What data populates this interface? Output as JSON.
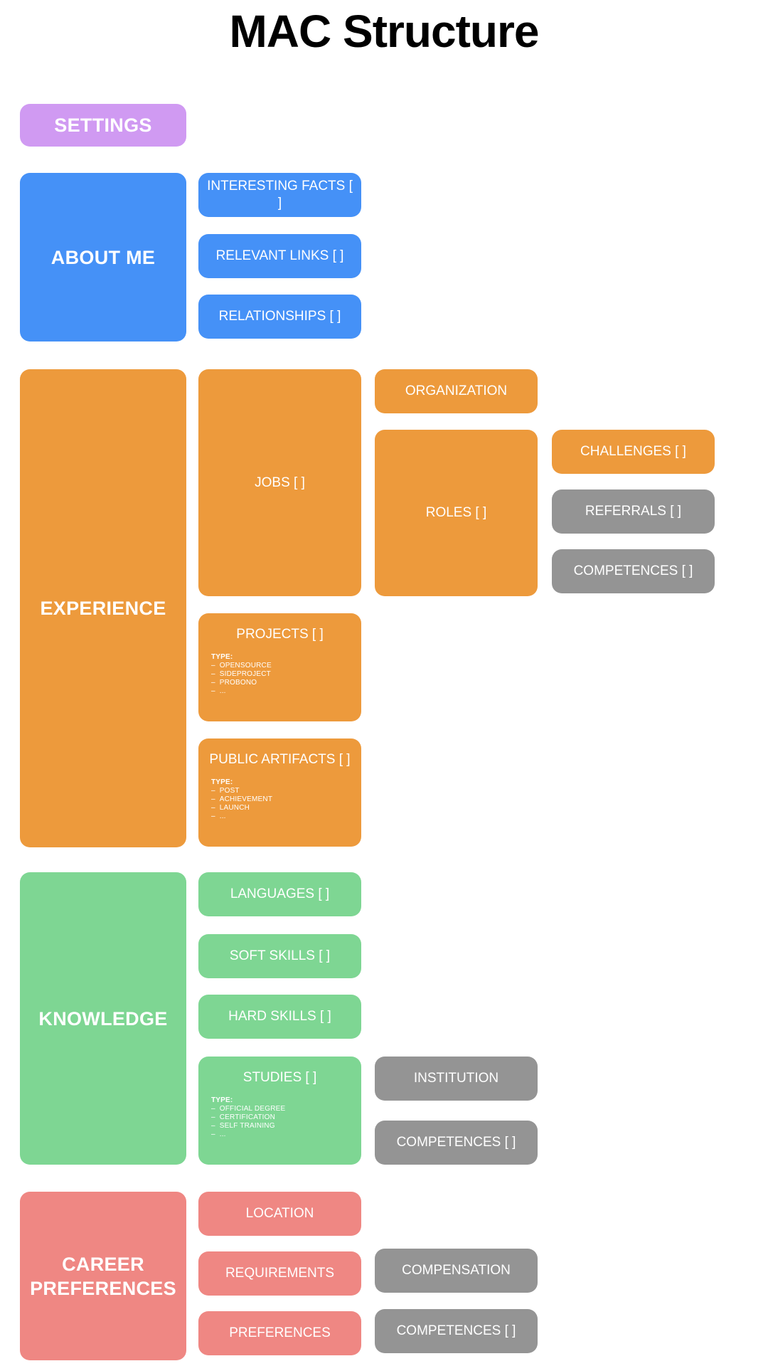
{
  "title": "MAC Structure",
  "colors": {
    "purple": "#d09af2",
    "blue": "#4591f7",
    "orange": "#ed9a3c",
    "green": "#7ed693",
    "salmon": "#ef8783",
    "gray": "#949494",
    "background": "#ffffff",
    "text_on_node": "#ffffff",
    "title_text": "#000000"
  },
  "groups": {
    "settings": {
      "label": "SETTINGS",
      "color": "purple"
    },
    "about_me": {
      "label": "ABOUT ME",
      "color": "blue",
      "children": [
        {
          "label": "INTERESTING FACTS [ ]",
          "color": "blue"
        },
        {
          "label": "RELEVANT LINKS [ ]",
          "color": "blue"
        },
        {
          "label": "RELATIONSHIPS [ ]",
          "color": "blue"
        }
      ]
    },
    "experience": {
      "label": "EXPERIENCE",
      "color": "orange",
      "children": [
        {
          "label": "JOBS [ ]",
          "color": "orange",
          "children": [
            {
              "label": "ORGANIZATION",
              "color": "orange"
            },
            {
              "label": "ROLES [ ]",
              "color": "orange",
              "children": [
                {
                  "label": "CHALLENGES [ ]",
                  "color": "orange"
                },
                {
                  "label": "REFERRALS [ ]",
                  "color": "gray"
                },
                {
                  "label": "COMPETENCES [ ]",
                  "color": "gray"
                }
              ]
            }
          ]
        },
        {
          "label": "PROJECTS [ ]",
          "color": "orange",
          "type_label": "TYPE:",
          "types": [
            "OPENSOURCE",
            "SIDEPROJECT",
            "PROBONO",
            "..."
          ]
        },
        {
          "label": "PUBLIC ARTIFACTS [ ]",
          "color": "orange",
          "type_label": "TYPE:",
          "types": [
            "POST",
            "ACHIEVEMENT",
            "LAUNCH",
            "..."
          ]
        }
      ]
    },
    "knowledge": {
      "label": "KNOWLEDGE",
      "color": "green",
      "children": [
        {
          "label": "LANGUAGES [ ]",
          "color": "green"
        },
        {
          "label": "SOFT SKILLS [ ]",
          "color": "green"
        },
        {
          "label": "HARD SKILLS [ ]",
          "color": "green"
        },
        {
          "label": "STUDIES [ ]",
          "color": "green",
          "type_label": "TYPE:",
          "types": [
            "OFFICIAL DEGREE",
            "CERTIFICATION",
            "SELF TRAINING",
            "..."
          ],
          "children": [
            {
              "label": "INSTITUTION",
              "color": "gray"
            },
            {
              "label": "COMPETENCES [ ]",
              "color": "gray"
            }
          ]
        }
      ]
    },
    "career_preferences": {
      "label": "CAREER PREFERENCES",
      "label_line1": "CAREER",
      "label_line2": "PREFERENCES",
      "color": "salmon",
      "children": [
        {
          "label": "LOCATION",
          "color": "salmon"
        },
        {
          "label": "REQUIREMENTS",
          "color": "salmon",
          "children": [
            {
              "label": "COMPENSATION",
              "color": "gray"
            }
          ]
        },
        {
          "label": "PREFERENCES",
          "color": "salmon",
          "children": [
            {
              "label": "COMPETENCES [ ]",
              "color": "gray"
            }
          ]
        }
      ]
    }
  }
}
